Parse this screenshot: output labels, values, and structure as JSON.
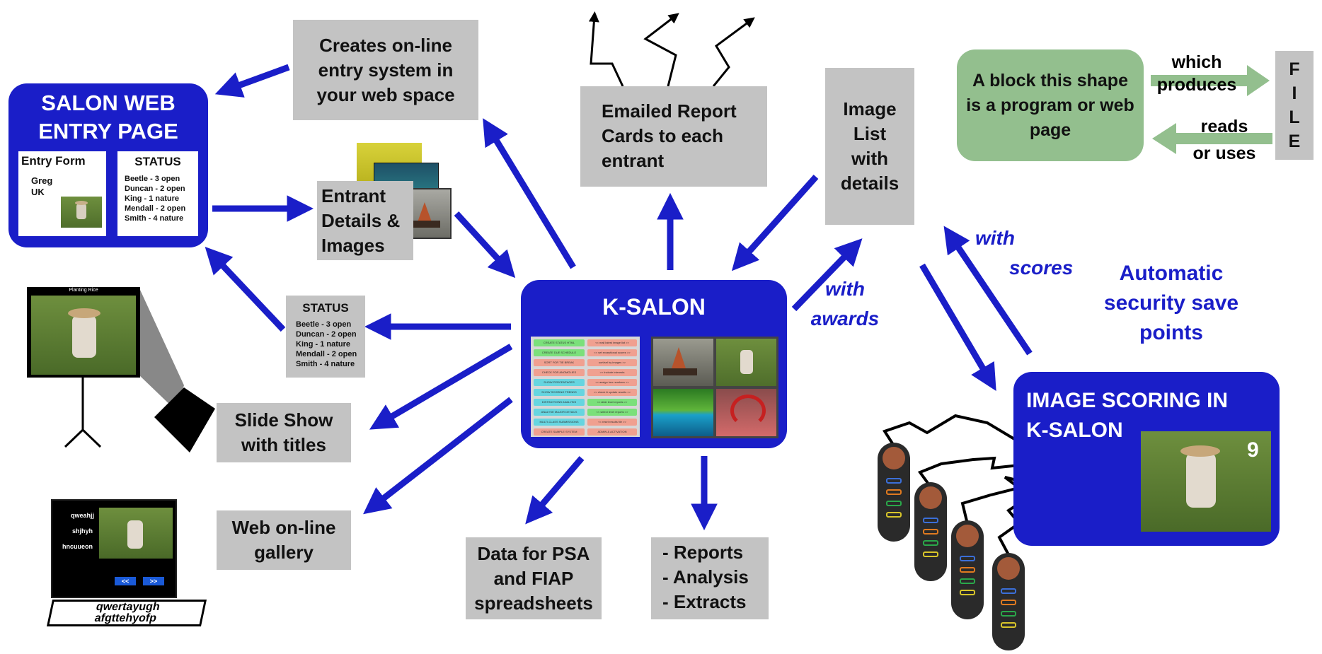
{
  "web_entry_page": {
    "title_line1": "SALON WEB",
    "title_line2": "ENTRY PAGE",
    "entry_form_title": "Entry Form",
    "entry_form_name": "Greg",
    "entry_form_country": "UK",
    "status_title": "STATUS",
    "status_lines": [
      "Beetle - 3 open",
      "Duncan - 2 open",
      "King - 1 nature",
      "Mendall - 2 open",
      "Smith - 4 nature"
    ]
  },
  "creates_online": "Creates on-line entry system in your web space",
  "entrant_details": "Entrant Details & Images",
  "emailed_report": "Emailed Report Cards to each entrant",
  "image_list": "Image List with details",
  "legend": {
    "program_block": "A block this shape is a program or web page",
    "produces_label_1": "which",
    "produces_label_2": "produces",
    "reads_label_1": "reads",
    "reads_label_2": "or uses",
    "file_letters": [
      "F",
      "I",
      "L",
      "E"
    ]
  },
  "status_box": {
    "title": "STATUS",
    "lines": [
      "Beetle - 3 open",
      "Duncan - 2 open",
      "King - 1 nature",
      "Mendall - 2 open",
      "Smith - 4 nature"
    ]
  },
  "ksalon": {
    "title": "K-SALON",
    "buttons_left": [
      "CREATE STATUS HTML",
      "CREATE DUE SCHEDULE",
      "SORT FOR TIE BREAK",
      "CHECK FOR ANOMOLIES",
      "SHOW PERCENTAGES",
      "SHOW SCORING TRENDS",
      "DISTINCTIONS ANALYSIS",
      "ANALYSE MAJOR DETAILS",
      "MULTI-CLASS SUBMISSIONS",
      "CREATE SAMPLE SYSTEM"
    ],
    "buttons_right": [
      "<< mail latest image list >>",
      "<< set exceptional scores >>",
      "sort/sel by images >>",
      ">> Include interests",
      "<< assign hex numbers >>",
      "<< check & update results >>",
      "<< slide level reports >>",
      "<< select level reports >>",
      "<< reset results file >>",
      "ADMIN & ACTIVATION"
    ]
  },
  "with_awards_1": "with",
  "with_awards_2": "awards",
  "with_scores_1": "with",
  "with_scores_2": "scores",
  "auto_security": "Automatic security save points",
  "slide_show": "Slide Show with titles",
  "slide_show_screen_title": "Planting Rice",
  "web_gallery": "Web on-line gallery",
  "laptop": {
    "labels": [
      "qweahjj",
      "shjhyh",
      "hncuueon"
    ],
    "prev": "<<",
    "next": ">>",
    "keyboard_line1": "qwertayugh",
    "keyboard_line2": "afgttehyofp"
  },
  "psa_fiap": "Data for PSA and FIAP spreadsheets",
  "reports": [
    "- Reports",
    "- Analysis",
    "- Extracts"
  ],
  "image_scoring": {
    "title_line1": "IMAGE SCORING IN",
    "title_line2": "K-SALON",
    "score": "9"
  },
  "colors": {
    "blue": "#1a1ec8",
    "gray": "#c3c3c3",
    "green": "#93bf8e",
    "arrow_green": "#93bf8e"
  }
}
